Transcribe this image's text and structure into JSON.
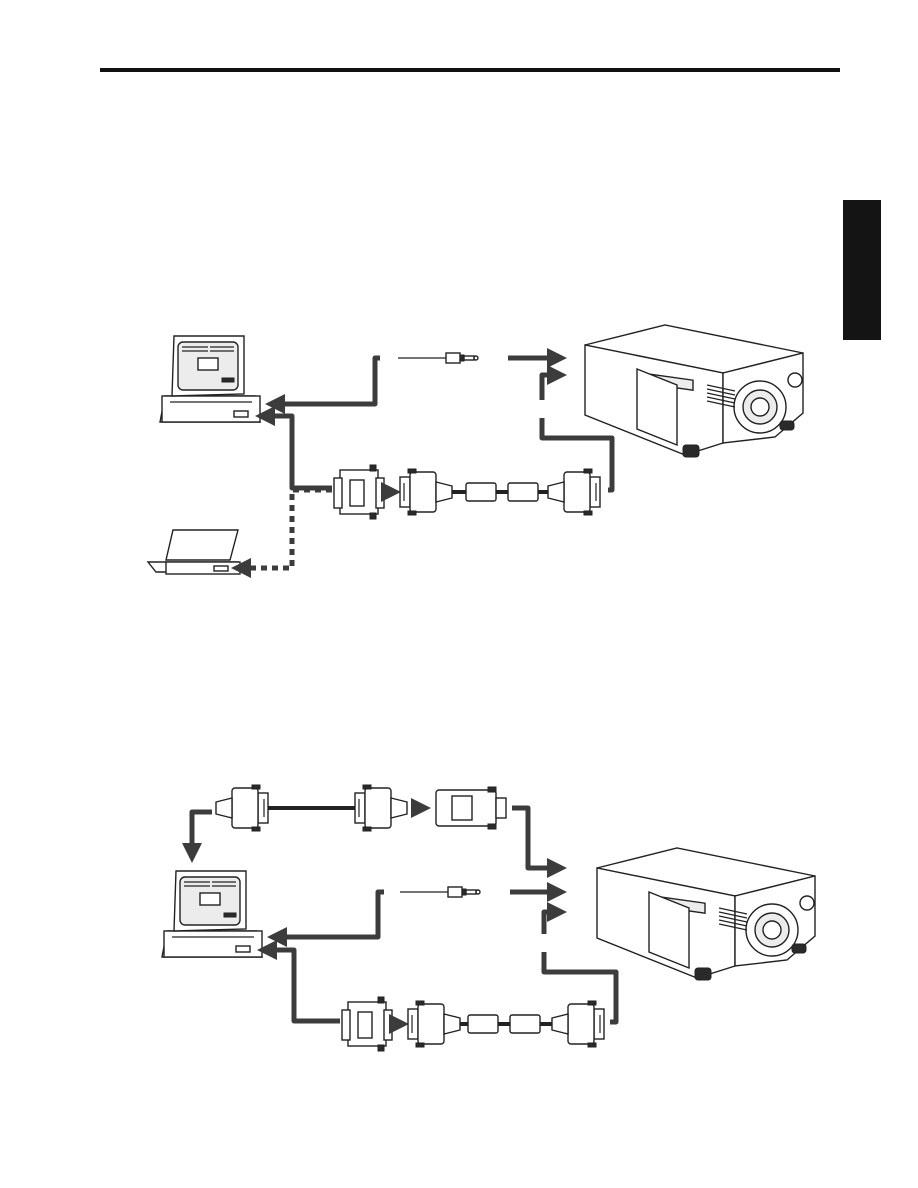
{
  "page": {
    "background": "#ffffff",
    "line_color": "#3c3c3c",
    "side_tab_color": "#141414"
  },
  "diagrams": [
    {
      "devices": [
        "desktop-computer",
        "laptop-computer",
        "projector"
      ],
      "connectors": [
        "audio-mini-plug-cable",
        "vga-adapter",
        "rgb-cable"
      ],
      "connections": [
        "audio",
        "rgb",
        "laptop-dashed"
      ]
    },
    {
      "devices": [
        "desktop-computer",
        "projector"
      ],
      "connectors": [
        "control-cable",
        "control-adapter",
        "audio-mini-plug-cable",
        "vga-adapter",
        "rgb-cable"
      ],
      "connections": [
        "control",
        "audio",
        "rgb"
      ]
    }
  ]
}
